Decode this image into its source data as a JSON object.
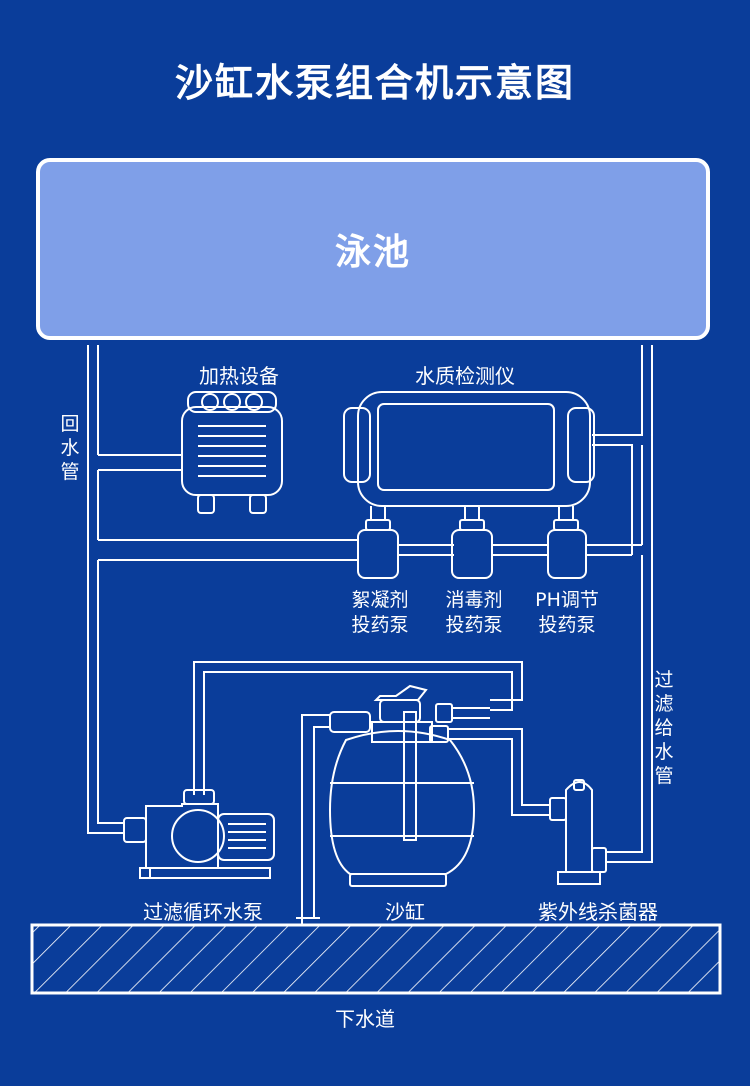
{
  "title": "沙缸水泵组合机示意图",
  "pool": {
    "label": "泳池"
  },
  "heater": {
    "label": "加热设备"
  },
  "water_tester": {
    "label": "水质检测仪"
  },
  "return_pipe": {
    "label": [
      "回",
      "水",
      "管"
    ]
  },
  "supply_pipe": {
    "label": [
      "过",
      "滤",
      "给",
      "水",
      "管"
    ]
  },
  "dosing_pumps": [
    {
      "line1": "絮凝剂",
      "line2": "投药泵"
    },
    {
      "line1": "消毒剂",
      "line2": "投药泵"
    },
    {
      "line1": "PH调节",
      "line2": "投药泵"
    }
  ],
  "pump": {
    "label": "过滤循环水泵"
  },
  "sand_filter": {
    "label": "沙缸"
  },
  "uv_sterilizer": {
    "label": "紫外线杀菌器"
  },
  "drain": {
    "label": "下水道"
  },
  "colors": {
    "background": "#0a3d9a",
    "pool_fill": "#7f9fe8",
    "line": "#ffffff"
  }
}
